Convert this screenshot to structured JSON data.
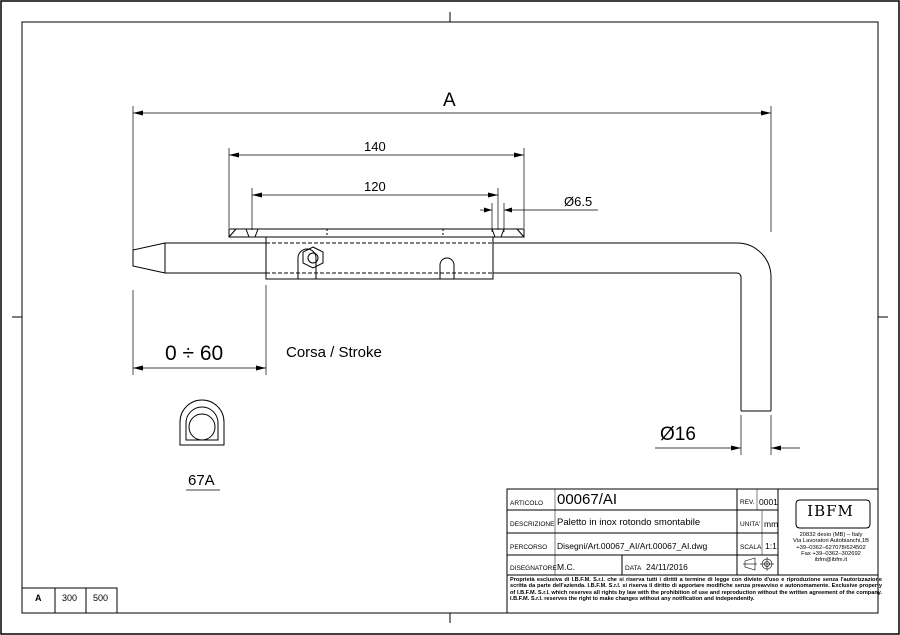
{
  "dimensions": {
    "overall": "A",
    "plate_length": "140",
    "hole_spacing": "120",
    "hole_diameter": "Ø6.5",
    "stroke_range": "0 ÷ 60",
    "stroke_label": "Corsa / Stroke",
    "rod_diameter": "Ø16",
    "section_label": "67A"
  },
  "title_block": {
    "articolo_label": "ARTICOLO",
    "articolo_value": "00067/AI",
    "rev_label": "REV.",
    "rev_value": "0001",
    "descrizione_label": "DESCRIZIONE",
    "descrizione_value": "Paletto in inox rotondo smontabile",
    "unita_label": "UNITA'",
    "unita_value": "mm",
    "percorso_label": "PERCORSO",
    "percorso_value": "Disegni/Art.00067_AI/Art.00067_AI.dwg",
    "scala_label": "SCALA",
    "scala_value": "1:1",
    "disegnatore_label": "DISEGNATORE",
    "disegnatore_value": "M.C.",
    "data_label": "DATA",
    "data_value": "24/11/2016",
    "logo": "IBFM",
    "company_lines": [
      "20832 desio (MB) – Italy",
      "Via Lavoratori Autobianchi,1B",
      "+39–0362–627078/624502",
      "Fax +39–0362–302692",
      "ibfm@ibfm.it"
    ],
    "legal_text": "Proprietà esclusiva di I.B.F.M. S.r.l. che si riserva tutti i diritti a termine di legge con divieto d'uso e riproduzione senza l'autorizzazione scritta da parte dell'azienda. I.B.F.M. S.r.l. si riserva il diritto di apportare modifiche senza preavviso e autonomamente. Exclusive property of I.B.F.M. S.r.l. which reserves all rights by law with the prohibition of use and reproduction without the written agreement of the company. I.B.F.M. S.r.l. reserves the right to make changes without any notification and independently."
  },
  "size_table": {
    "header": "A",
    "values": [
      "300",
      "500"
    ]
  }
}
